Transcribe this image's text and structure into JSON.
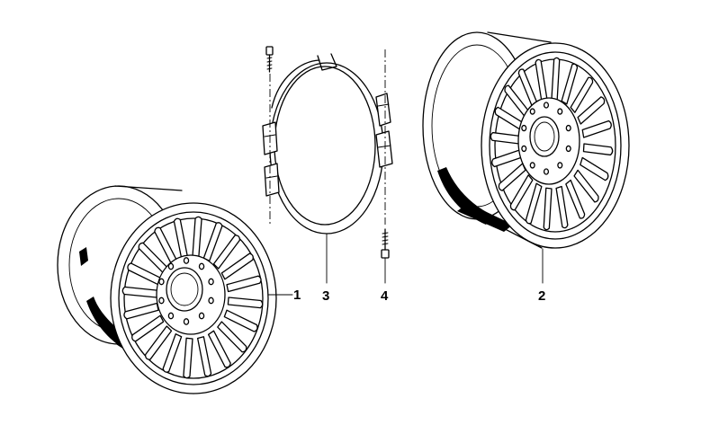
{
  "callouts": [
    {
      "id": "part-1",
      "label": "1"
    },
    {
      "id": "part-3",
      "label": "3"
    },
    {
      "id": "part-4",
      "label": "4"
    },
    {
      "id": "part-2",
      "label": "2"
    }
  ],
  "line_color": "#000000",
  "background_color": "#ffffff"
}
